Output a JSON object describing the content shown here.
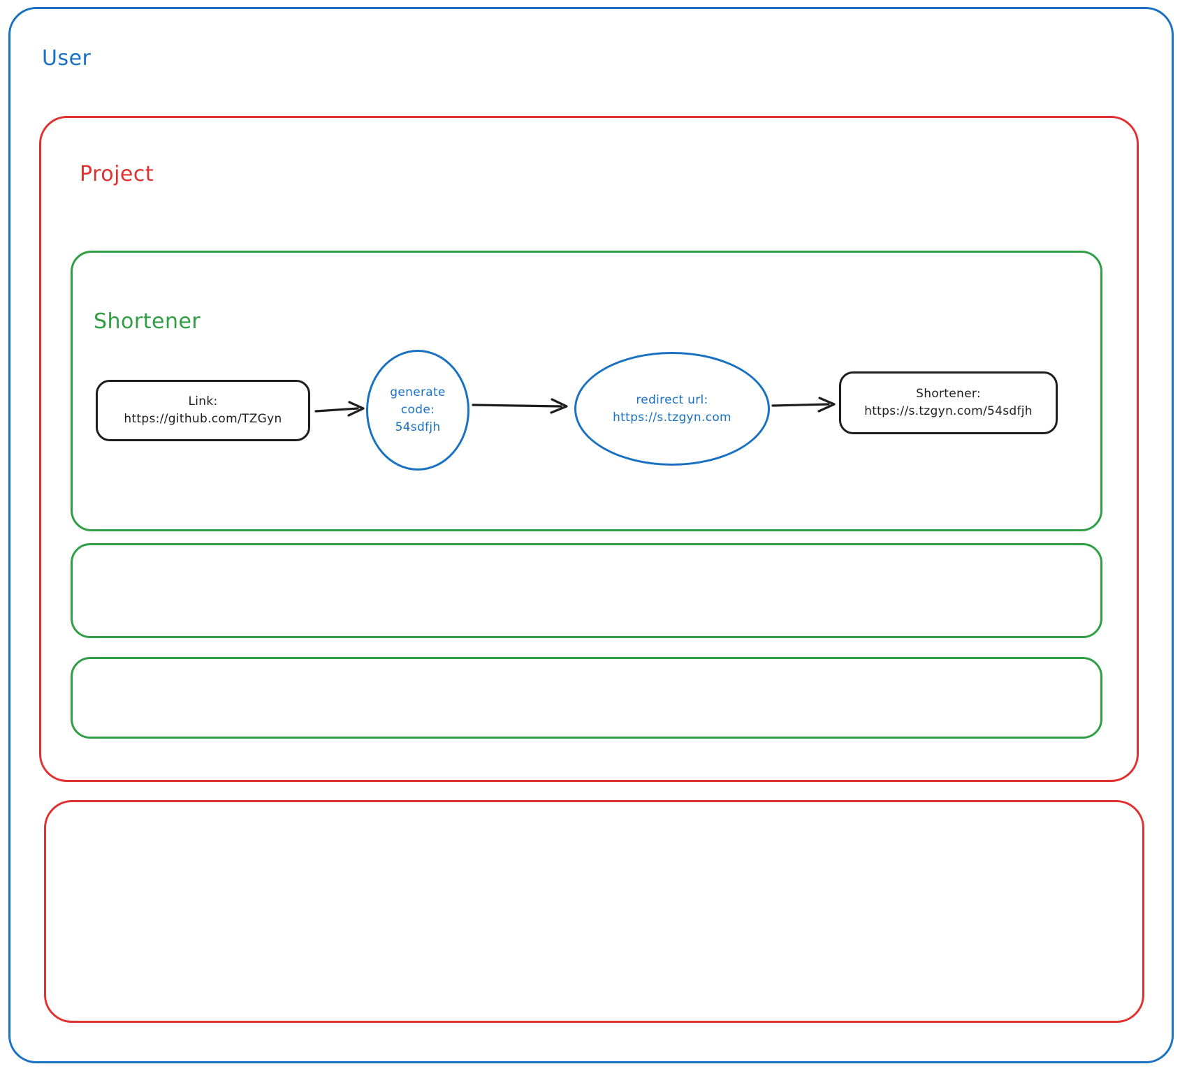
{
  "colors": {
    "blue": "#1971c2",
    "red": "#e03131",
    "green": "#2f9e44",
    "ink": "#1e1e1e",
    "canvas": "#ffffff"
  },
  "containers": {
    "user": {
      "label": "User"
    },
    "project": {
      "label": "Project"
    },
    "shortener": {
      "label": "Shortener"
    }
  },
  "flow": {
    "link_node": {
      "lines": [
        "Link:",
        "https://github.com/TZGyn"
      ]
    },
    "generate_node": {
      "lines": [
        "generate",
        "code:",
        "54sdfjh"
      ]
    },
    "redirect_node": {
      "lines": [
        "redirect url:",
        "https://s.tzgyn.com"
      ]
    },
    "shortener_node": {
      "lines": [
        "Shortener:",
        "https://s.tzgyn.com/54sdfjh"
      ]
    }
  }
}
